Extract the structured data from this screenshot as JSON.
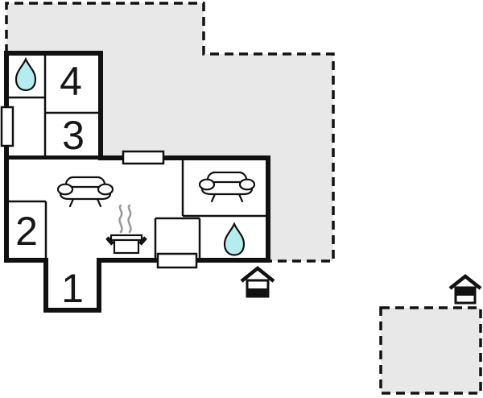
{
  "colors": {
    "background": "#ffffff",
    "wall": "#111111",
    "terrace_fill": "#e8e8e8",
    "water": "#b5ecef",
    "steam": "#999999"
  },
  "rooms": [
    {
      "number": "1"
    },
    {
      "number": "2"
    },
    {
      "number": "3"
    },
    {
      "number": "4"
    }
  ],
  "icons": {
    "bathroom_top": "water-drop",
    "bathroom_right": "water-drop",
    "living_sofa": "sofa",
    "bedroom_sofa": "sofa",
    "kitchen": "cooking-pot",
    "entrance_main": "house-entrance",
    "entrance_plot": "house-entrance"
  }
}
